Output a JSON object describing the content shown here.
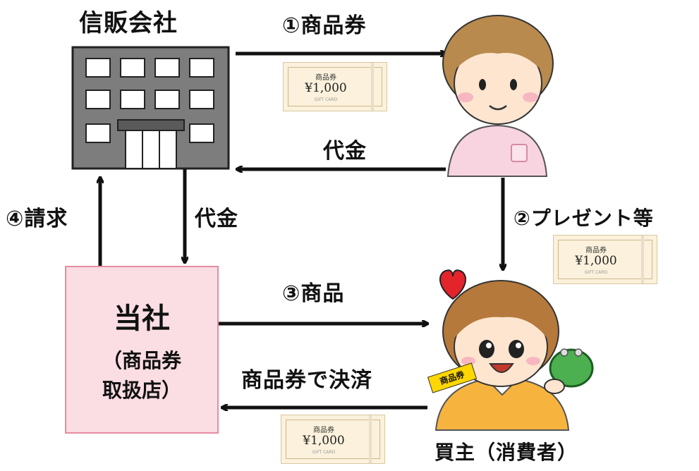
{
  "labels": {
    "company": "信販会社",
    "step1": "①商品券",
    "payment_top": "代金",
    "step2": "②プレゼント等",
    "step4": "④請求",
    "payment_left": "代金",
    "step3": "③商品",
    "settle": "商品券で決済",
    "buyer": "買主（消費者）"
  },
  "our_company": {
    "title": "当社",
    "subtitle_line1": "（商品券",
    "subtitle_line2": "取扱店）"
  },
  "gift_card": {
    "title": "商品券",
    "amount": "¥1,000",
    "caption": "GIFT CARD"
  },
  "coupon_label": "商品券",
  "colors": {
    "box_fill": "#fbdde4",
    "box_border": "#e58da1",
    "building": "#808080",
    "arrow": "#111111",
    "heart": "#e3242b",
    "hair": "#b98a4e",
    "shirt": "#f8d3e0"
  },
  "icons": [
    "building-icon",
    "woman-icon",
    "buyer-icon",
    "heart-icon",
    "wallet-icon"
  ]
}
